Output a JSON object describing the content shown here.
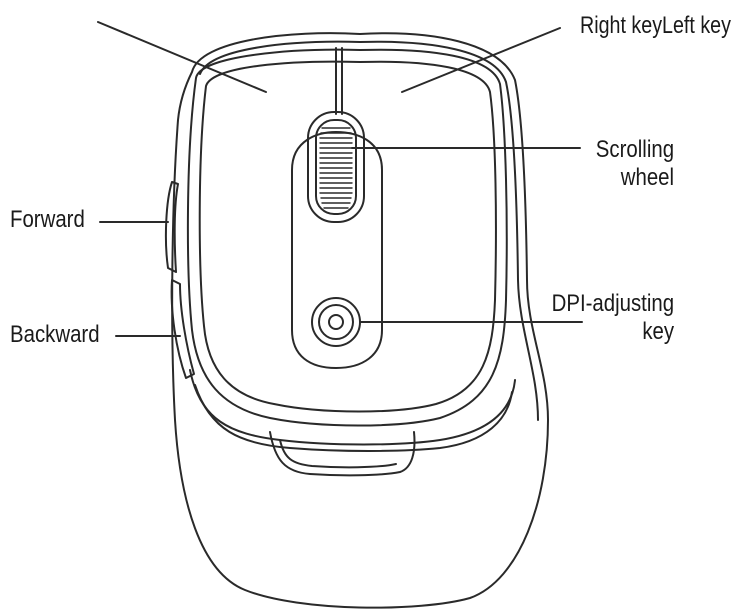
{
  "labels": {
    "right_left_key": "Right keyLeft key",
    "scrolling_wheel_line1": "Scrolling",
    "scrolling_wheel_line2": "wheel",
    "forward": "Forward",
    "backward": "Backward",
    "dpi_line1": "DPI-adjusting",
    "dpi_line2": "key"
  },
  "colors": {
    "stroke": "#2a2a2a",
    "background": "#ffffff"
  }
}
